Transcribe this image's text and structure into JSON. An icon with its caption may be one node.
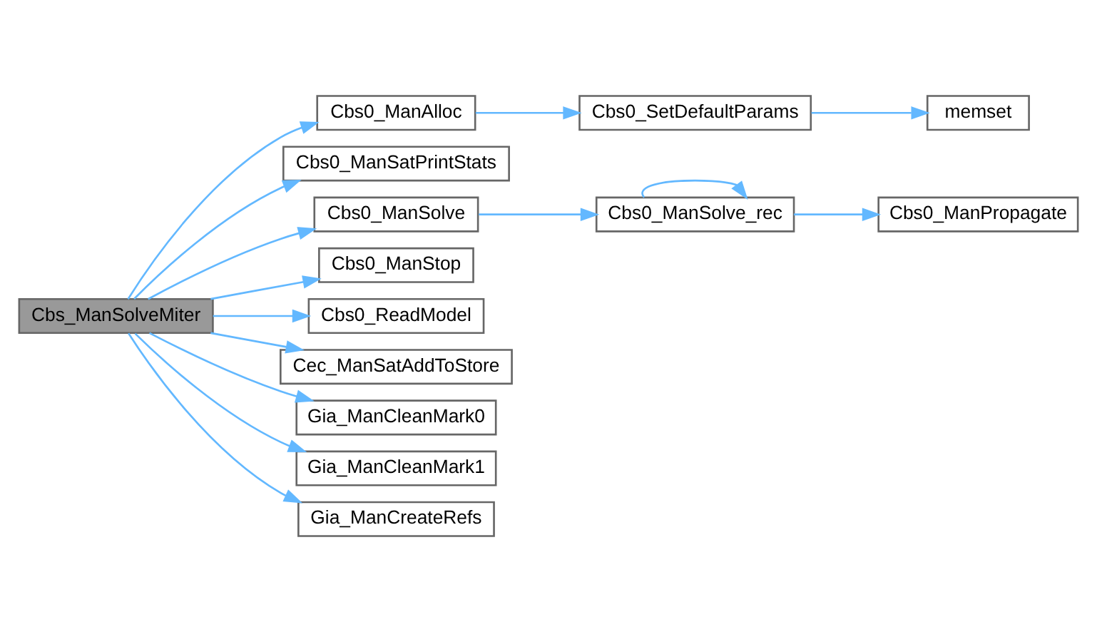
{
  "diagram": {
    "nodes": [
      {
        "text": [
          "Cbs_ManSolveMiter"
        ]
      },
      {
        "text": [
          "Cbs0_ManAlloc"
        ]
      },
      {
        "text": [
          "Cbs0_SetDefaultParams"
        ]
      },
      {
        "text": [
          "memset"
        ]
      },
      {
        "text": [
          "Cbs0_ManSatPrintStats"
        ]
      },
      {
        "text": [
          "Cbs0_ManSolve"
        ]
      },
      {
        "text": [
          "Cbs0_ManSolve_rec"
        ]
      },
      {
        "text": [
          "Cbs0_ManPropagate"
        ]
      },
      {
        "text": [
          "Cbs0_ManStop"
        ]
      },
      {
        "text": [
          "Cbs0_ReadModel"
        ]
      },
      {
        "text": [
          "Cec_ManSatAddToStore"
        ]
      },
      {
        "text": [
          "Gia_ManCleanMark0"
        ]
      },
      {
        "text": [
          "Gia_ManCleanMark1"
        ]
      },
      {
        "text": [
          "Gia_ManCreateRefs"
        ]
      }
    ],
    "edges": [
      {
        "from": 0,
        "to": 1,
        "arrow": "to"
      },
      {
        "from": 1,
        "to": 2,
        "arrow": "to"
      },
      {
        "from": 2,
        "to": 3,
        "arrow": "to"
      },
      {
        "from": 0,
        "to": 4,
        "arrow": "to"
      },
      {
        "from": 0,
        "to": 5,
        "arrow": "to"
      },
      {
        "from": 5,
        "to": 6,
        "arrow": "to"
      },
      {
        "from": 6,
        "to": 6,
        "arrow": "to"
      },
      {
        "from": 6,
        "to": 7,
        "arrow": "to"
      },
      {
        "from": 0,
        "to": 8,
        "arrow": "to"
      },
      {
        "from": 0,
        "to": 9,
        "arrow": "to"
      },
      {
        "from": 0,
        "to": 10,
        "arrow": "to"
      },
      {
        "from": 0,
        "to": 11,
        "arrow": "to"
      },
      {
        "from": 0,
        "to": 12,
        "arrow": "to"
      },
      {
        "from": 0,
        "to": 13,
        "arrow": "to"
      }
    ]
  }
}
